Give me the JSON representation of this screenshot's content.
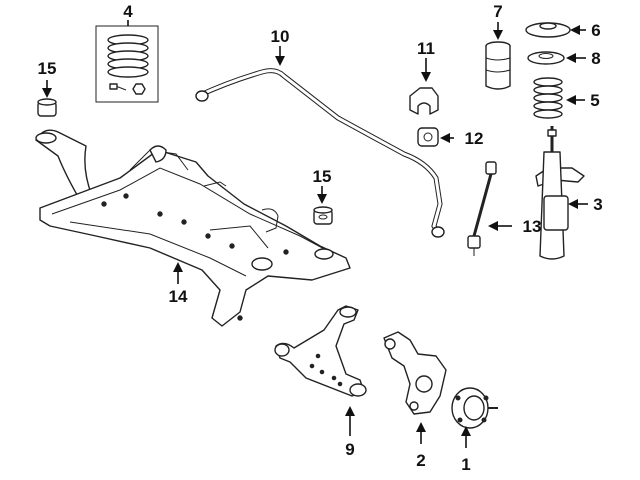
{
  "callouts": {
    "c1": "1",
    "c2": "2",
    "c3": "3",
    "c4": "4",
    "c5": "5",
    "c6": "6",
    "c7": "7",
    "c8": "8",
    "c9": "9",
    "c10": "10",
    "c11": "11",
    "c12": "12",
    "c13": "13",
    "c14": "14",
    "c15a": "15",
    "c15b": "15"
  },
  "colors": {
    "line": "#222222",
    "background": "#ffffff"
  }
}
